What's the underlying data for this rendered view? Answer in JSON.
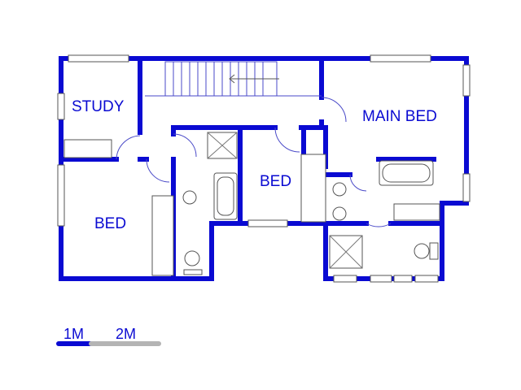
{
  "rooms": {
    "study": "STUDY",
    "bed_left": "BED",
    "bed_middle": "BED",
    "main_bed": "MAIN BED"
  },
  "scale": {
    "label_1": "1M",
    "label_2": "2M",
    "color_primary": "#0a0ad2",
    "color_secondary": "#b4b4b4"
  }
}
